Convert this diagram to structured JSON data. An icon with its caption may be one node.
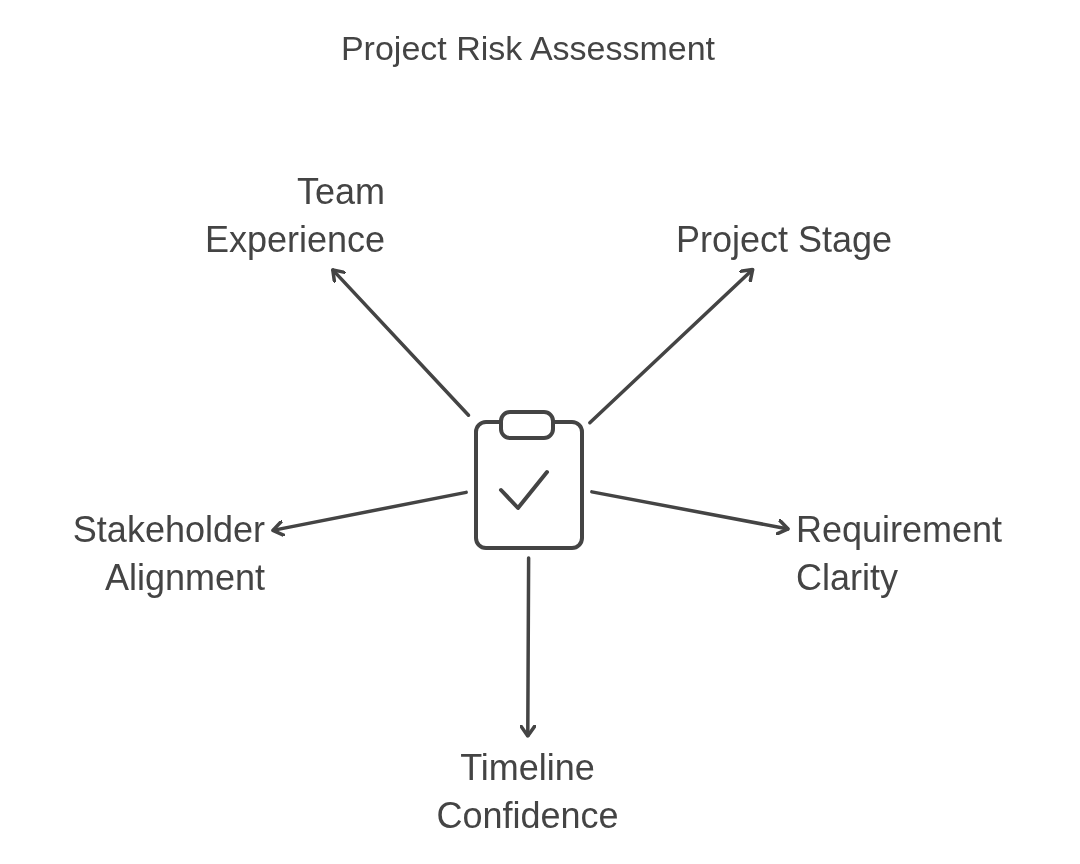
{
  "diagram": {
    "title": "Project Risk Assessment",
    "nodes": [
      {
        "text": [
          "Team Experience"
        ]
      },
      {
        "text": [
          "Project Stage"
        ]
      },
      {
        "text": [],
        "shape": "picture"
      },
      {
        "text": [
          "Stakeholder Alignment"
        ]
      },
      {
        "text": [
          "Requirement Clarity"
        ]
      },
      {
        "text": [
          "Timeline Confidence"
        ]
      }
    ],
    "edges": [
      {
        "from": 2,
        "to": 0,
        "arrow": "to"
      },
      {
        "from": 2,
        "to": 1,
        "arrow": "to"
      },
      {
        "from": 2,
        "to": 3,
        "arrow": "to"
      },
      {
        "from": 2,
        "to": 4,
        "arrow": "to"
      },
      {
        "from": 2,
        "to": 5,
        "arrow": "to"
      }
    ]
  }
}
